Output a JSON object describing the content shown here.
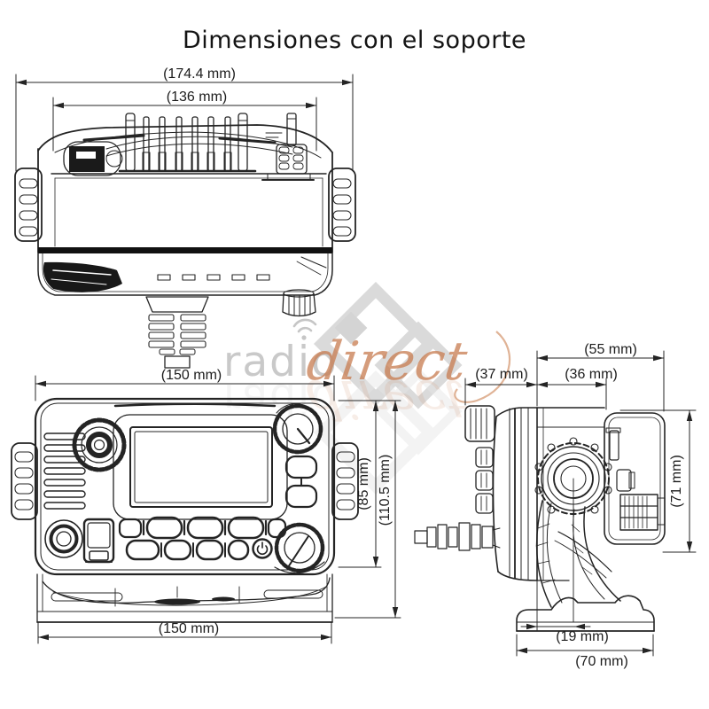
{
  "title": "Dimensiones con el soporte",
  "watermark": {
    "radio": "radio",
    "direct": "direct"
  },
  "views": {
    "top": {
      "dim_overall_width": "(174.4 mm)",
      "dim_inner_width": "(136 mm)"
    },
    "front": {
      "dim_width_top": "(150 mm)",
      "dim_height_body": "(85 mm)",
      "dim_height_total": "(110.5 mm)",
      "dim_width_bottom": "(150 mm)"
    },
    "side": {
      "dim_depth_total": "(55 mm)",
      "dim_front_protrusion": "(37 mm)",
      "dim_body_depth": "(36 mm)",
      "dim_height": "(71 mm)",
      "dim_base_inset": "(19 mm)",
      "dim_base_depth": "(70 mm)"
    }
  }
}
